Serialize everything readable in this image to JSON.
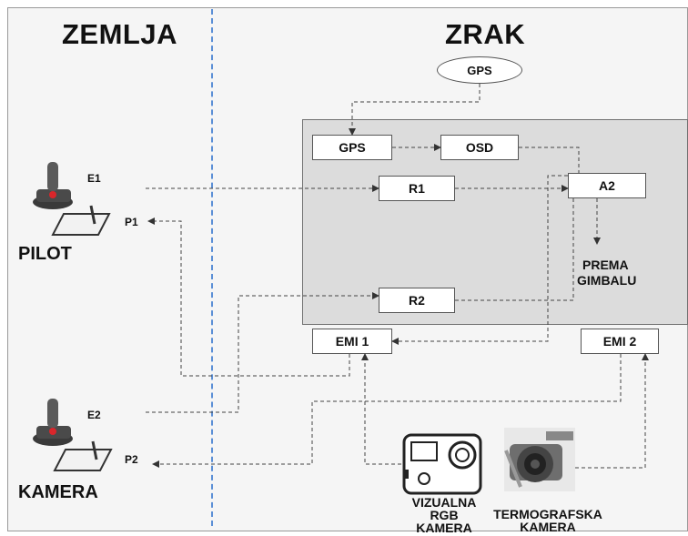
{
  "headers": {
    "ground": "ZEMLJA",
    "air": "ZRAK"
  },
  "ground": {
    "pilot_label": "PILOT",
    "camera_label": "KAMERA",
    "e1": "E1",
    "p1": "P1",
    "e2": "E2",
    "p2": "P2"
  },
  "air": {
    "gps_antenna": "GPS",
    "gps_module": "GPS",
    "osd": "OSD",
    "r1": "R1",
    "r2": "R2",
    "a2": "A2",
    "gimbal_line1": "PREMA",
    "gimbal_line2": "GIMBALU",
    "emi1": "EMI 1",
    "emi2": "EMI 2"
  },
  "cameras": {
    "visual_line1": "VIZUALNA",
    "visual_line2": "RGB",
    "visual_line3": "KAMERA",
    "thermal_line1": "TERMOGRAFSKA",
    "thermal_line2": "KAMERA"
  },
  "colors": {
    "divider": "#5b8fd6",
    "panel": "#dcdcdc",
    "joystick_red": "#d9262b"
  },
  "icons": [
    "joystick-icon",
    "tablet-pen-icon",
    "action-camera-icon",
    "thermal-camera-icon"
  ]
}
